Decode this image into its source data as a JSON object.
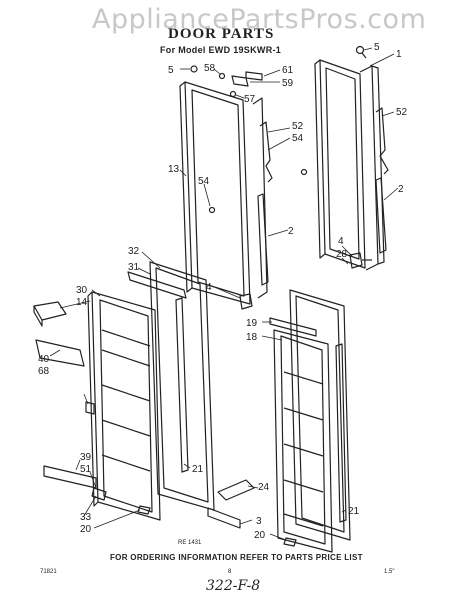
{
  "watermark": "AppliancePartsPros.com",
  "title": "DOOR PARTS",
  "subtitle": "For Model EWD 19SKWR-1",
  "footer_info": "FOR ORDERING INFORMATION REFER TO PARTS PRICE LIST",
  "code_left": "71821",
  "code_mid": "8",
  "code_right": "1.5″",
  "figure_id": "RE 1431",
  "handwritten": "322-F-8",
  "callouts": {
    "c1": "1",
    "c5a": "5",
    "c52a": "52",
    "c2a": "2",
    "c4a": "4",
    "c28": "28",
    "c5b": "5",
    "c58": "58",
    "c61": "61",
    "c59": "59",
    "c57": "57",
    "c52b": "52",
    "c54a": "54",
    "c13": "13",
    "c54b": "54",
    "c2b": "2",
    "c32": "32",
    "c31": "31",
    "c4b": "4",
    "c30": "30",
    "c14": "14",
    "c19": "19",
    "c18": "18",
    "c40": "40",
    "c68": "68",
    "c39": "39",
    "c51": "51",
    "c21a": "21",
    "c21b": "21",
    "c24": "24",
    "c33": "33",
    "c20a": "20",
    "c3": "3",
    "c20b": "20"
  }
}
